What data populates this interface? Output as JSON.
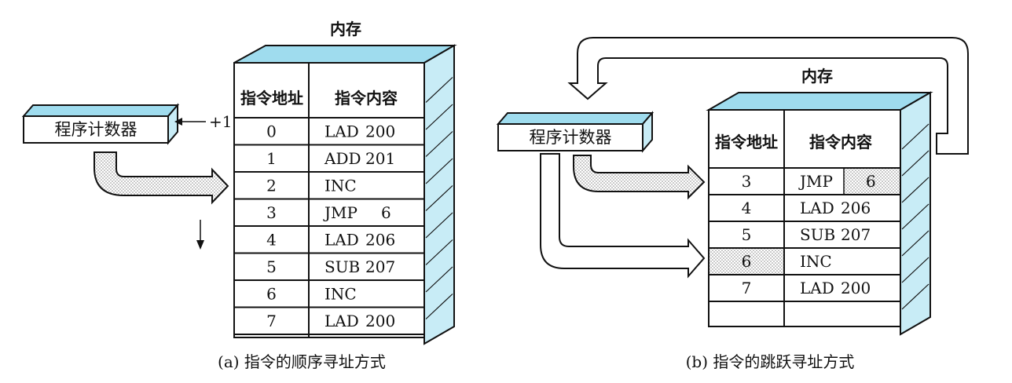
{
  "colors": {
    "top_face": "#9fdcee",
    "side_face": "#c8ecf6",
    "front": "#ffffff",
    "ink": "#111111",
    "dots": "#8a8a8a"
  },
  "common": {
    "memory_title": "内存",
    "col_addr": "指令地址",
    "col_content": "指令内容",
    "pc_label": "程序计数器"
  },
  "left": {
    "increment": "+1",
    "caption": "(a) 指令的顺序寻址方式",
    "rows": [
      {
        "addr": "0",
        "op": "LAD",
        "arg": "200"
      },
      {
        "addr": "1",
        "op": "ADD",
        "arg": "201"
      },
      {
        "addr": "2",
        "op": "INC",
        "arg": ""
      },
      {
        "addr": "3",
        "op": "JMP",
        "arg": "6"
      },
      {
        "addr": "4",
        "op": "LAD",
        "arg": "206"
      },
      {
        "addr": "5",
        "op": "SUB",
        "arg": "207"
      },
      {
        "addr": "6",
        "op": "INC",
        "arg": ""
      },
      {
        "addr": "7",
        "op": "LAD",
        "arg": "200"
      }
    ]
  },
  "right": {
    "caption": "(b) 指令的跳跃寻址方式",
    "rows": [
      {
        "addr": "3",
        "op": "JMP",
        "arg": "6"
      },
      {
        "addr": "4",
        "op": "LAD",
        "arg": "206"
      },
      {
        "addr": "5",
        "op": "SUB",
        "arg": "207"
      },
      {
        "addr": "6",
        "op": "INC",
        "arg": ""
      },
      {
        "addr": "7",
        "op": "LAD",
        "arg": "200"
      }
    ]
  }
}
